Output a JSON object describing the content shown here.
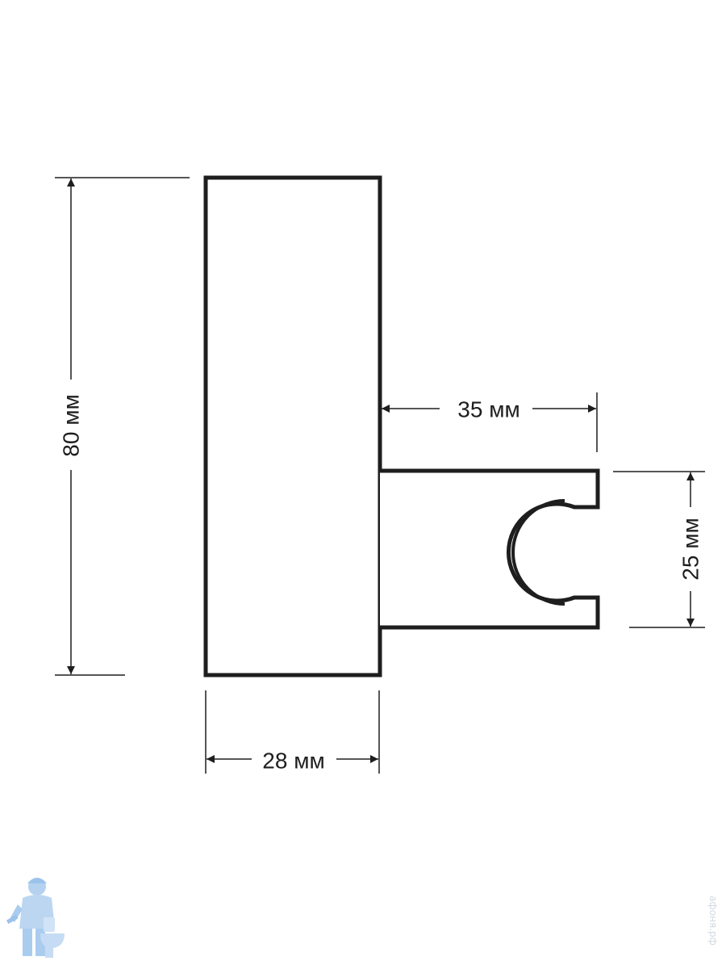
{
  "dimensions": {
    "height": "80 мм",
    "width": "28 мм",
    "arm_length": "35 мм",
    "arm_height": "25 мм"
  },
  "watermark": {
    "site_text": "афоня.рф",
    "logo_icon": "plumber-with-toilet-icon"
  },
  "colors": {
    "line": "#1e1e1e",
    "watermark": "#8fb8e6"
  }
}
